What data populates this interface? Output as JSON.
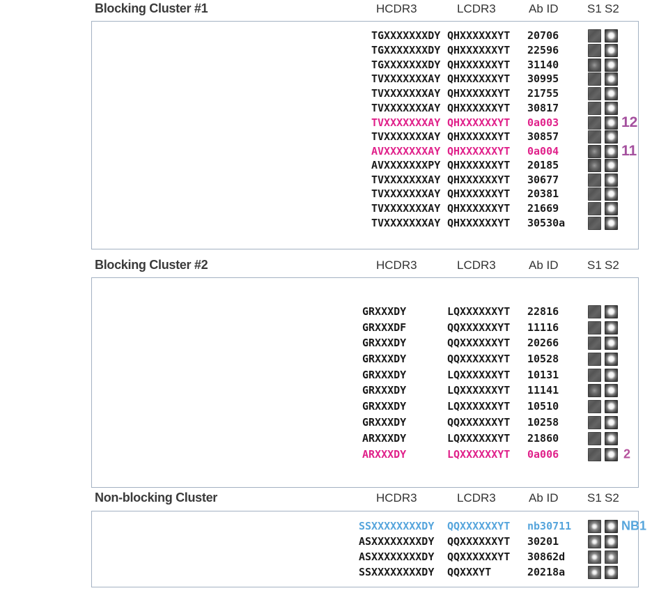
{
  "figure": {
    "type": "antibody-clonal-dendrograms",
    "colors": {
      "branch_black": "#141414",
      "branch_highlight_magenta": "#e0218a",
      "tag_purple": "#a4509e",
      "tag_magenta": "#b5519c",
      "highlight_blue": "#56a5dc",
      "box_border": "#a3b1c2",
      "text_dark": "#1b1b1b"
    }
  },
  "headers": {
    "hcdr3": "HCDR3",
    "lcdr3": "LCDR3",
    "ab_id": "Ab ID",
    "s1": "S1",
    "s2": "S2"
  },
  "panels": [
    {
      "title": "Blocking Cluster #1",
      "rows": [
        {
          "hcdr3": "TGXXXXXXXDY",
          "lcdr3": "QHXXXXXXYT",
          "ab_id": "20706",
          "thumb_s1": "texture",
          "thumb_s2": "spot",
          "highlight": null,
          "tag": null
        },
        {
          "hcdr3": "TGXXXXXXXDY",
          "lcdr3": "QHXXXXXXYT",
          "ab_id": "22596",
          "thumb_s1": "texture",
          "thumb_s2": "spot",
          "highlight": null,
          "tag": null
        },
        {
          "hcdr3": "TGXXXXXXXDY",
          "lcdr3": "QHXXXXXXYT",
          "ab_id": "31140",
          "thumb_s1": "faint",
          "thumb_s2": "spot",
          "highlight": null,
          "tag": null
        },
        {
          "hcdr3": "TVXXXXXXXAY",
          "lcdr3": "QHXXXXXXYT",
          "ab_id": "30995",
          "thumb_s1": "texture",
          "thumb_s2": "spot",
          "highlight": null,
          "tag": null
        },
        {
          "hcdr3": "TVXXXXXXXAY",
          "lcdr3": "QHXXXXXXYT",
          "ab_id": "21755",
          "thumb_s1": "texture",
          "thumb_s2": "spot",
          "highlight": null,
          "tag": null
        },
        {
          "hcdr3": "TVXXXXXXXAY",
          "lcdr3": "QHXXXXXXYT",
          "ab_id": "30817",
          "thumb_s1": "texture",
          "thumb_s2": "spot",
          "highlight": null,
          "tag": null
        },
        {
          "hcdr3": "TVXXXXXXXAY",
          "lcdr3": "QHXXXXXXYT",
          "ab_id": "0a003",
          "thumb_s1": "texture",
          "thumb_s2": "spot",
          "highlight": "magenta",
          "tag": "12",
          "tag_color": "#a4509e",
          "tag_size": 21
        },
        {
          "hcdr3": "TVXXXXXXXAY",
          "lcdr3": "QHXXXXXXYT",
          "ab_id": "30857",
          "thumb_s1": "texture",
          "thumb_s2": "spot",
          "highlight": null,
          "tag": null
        },
        {
          "hcdr3": "AVXXXXXXXAY",
          "lcdr3": "QHXXXXXXYT",
          "ab_id": "0a004",
          "thumb_s1": "faint",
          "thumb_s2": "spot",
          "highlight": "magenta",
          "tag": "11",
          "tag_color": "#a4509e",
          "tag_size": 21
        },
        {
          "hcdr3": "AVXXXXXXXPY",
          "lcdr3": "QHXXXXXXYT",
          "ab_id": "20185",
          "thumb_s1": "faint",
          "thumb_s2": "spot",
          "highlight": null,
          "tag": null
        },
        {
          "hcdr3": "TVXXXXXXXAY",
          "lcdr3": "QHXXXXXXYT",
          "ab_id": "30677",
          "thumb_s1": "texture",
          "thumb_s2": "spot",
          "highlight": null,
          "tag": null
        },
        {
          "hcdr3": "TVXXXXXXXAY",
          "lcdr3": "QHXXXXXXYT",
          "ab_id": "20381",
          "thumb_s1": "texture",
          "thumb_s2": "spot",
          "highlight": null,
          "tag": null
        },
        {
          "hcdr3": "TVXXXXXXXAY",
          "lcdr3": "QHXXXXXXYT",
          "ab_id": "21669",
          "thumb_s1": "texture",
          "thumb_s2": "spot",
          "highlight": null,
          "tag": null
        },
        {
          "hcdr3": "TVXXXXXXXAY",
          "lcdr3": "QHXXXXXXYT",
          "ab_id": "30530a",
          "thumb_s1": "texture",
          "thumb_s2": "spot",
          "highlight": null,
          "tag": null
        }
      ]
    },
    {
      "title": "Blocking Cluster #2",
      "rows": [
        {
          "hcdr3": "GRXXXDY",
          "lcdr3": "LQXXXXXXYT",
          "ab_id": "22816",
          "thumb_s1": "texture",
          "thumb_s2": "spot",
          "highlight": null,
          "tag": null
        },
        {
          "hcdr3": "GRXXXDF",
          "lcdr3": "QQXXXXXXYT",
          "ab_id": "11116",
          "thumb_s1": "texture",
          "thumb_s2": "spot",
          "highlight": null,
          "tag": null
        },
        {
          "hcdr3": "GRXXXDY",
          "lcdr3": "QQXXXXXXYT",
          "ab_id": "20266",
          "thumb_s1": "texture",
          "thumb_s2": "spot",
          "highlight": null,
          "tag": null
        },
        {
          "hcdr3": "GRXXXDY",
          "lcdr3": "QQXXXXXXYT",
          "ab_id": "10528",
          "thumb_s1": "texture",
          "thumb_s2": "spot",
          "highlight": null,
          "tag": null
        },
        {
          "hcdr3": "GRXXXDY",
          "lcdr3": "LQXXXXXXYT",
          "ab_id": "10131",
          "thumb_s1": "texture",
          "thumb_s2": "spot",
          "highlight": null,
          "tag": null
        },
        {
          "hcdr3": "GRXXXDY",
          "lcdr3": "LQXXXXXXYT",
          "ab_id": "11141",
          "thumb_s1": "faint",
          "thumb_s2": "spot",
          "highlight": null,
          "tag": null
        },
        {
          "hcdr3": "GRXXXDY",
          "lcdr3": "LQXXXXXXYT",
          "ab_id": "10510",
          "thumb_s1": "texture",
          "thumb_s2": "spot",
          "highlight": null,
          "tag": null
        },
        {
          "hcdr3": "GRXXXDY",
          "lcdr3": "QQXXXXXXYT",
          "ab_id": "10258",
          "thumb_s1": "texture",
          "thumb_s2": "spot",
          "highlight": null,
          "tag": null
        },
        {
          "hcdr3": "ARXXXDY",
          "lcdr3": "LQXXXXXXYT",
          "ab_id": "21860",
          "thumb_s1": "texture",
          "thumb_s2": "spot",
          "highlight": null,
          "tag": null
        },
        {
          "hcdr3": "ARXXXDY",
          "lcdr3": "LQXXXXXXYT",
          "ab_id": "0a006",
          "thumb_s1": "texture",
          "thumb_s2": "spot",
          "highlight": "magenta",
          "tag": "2",
          "tag_color": "#b5519c",
          "tag_size": 18
        }
      ]
    },
    {
      "title": "Non-blocking Cluster",
      "rows": [
        {
          "hcdr3": "SSXXXXXXXXDY",
          "lcdr3": "QQXXXXXXYT",
          "ab_id": "nb30711",
          "thumb_s1": "spot-small",
          "thumb_s2": "spot",
          "highlight": "blue",
          "tag": "NB1",
          "tag_color": "#56a5dc",
          "tag_size": 18
        },
        {
          "hcdr3": "ASXXXXXXXXDY",
          "lcdr3": "QQXXXXXXYT",
          "ab_id": "30201",
          "thumb_s1": "spot-small",
          "thumb_s2": "spot",
          "highlight": null,
          "tag": null
        },
        {
          "hcdr3": "ASXXXXXXXXDY",
          "lcdr3": "QQXXXXXXYT",
          "ab_id": "30862d",
          "thumb_s1": "spot-small",
          "thumb_s2": "spot-small",
          "highlight": null,
          "tag": null
        },
        {
          "hcdr3": "SSXXXXXXXXDY",
          "lcdr3": "QQXXXYT",
          "ab_id": "20218a",
          "thumb_s1": "spot-small",
          "thumb_s2": "spot",
          "highlight": null,
          "tag": null
        }
      ]
    }
  ]
}
